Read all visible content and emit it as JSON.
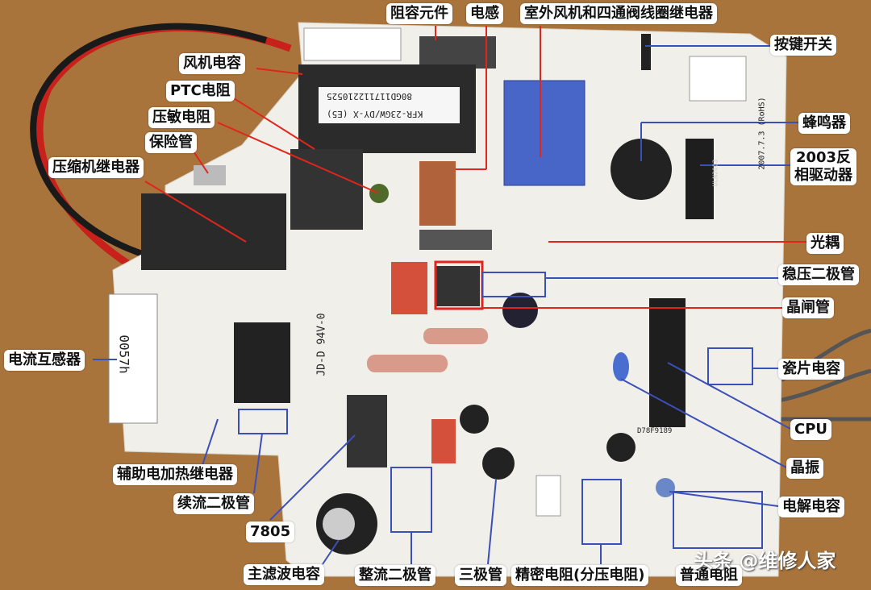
{
  "labels": {
    "rc_component": "阻容元件",
    "inductor": "电感",
    "outdoor_fan_relay": "室外风机和四通阀线圈继电器",
    "key_switch": "按键开关",
    "fan_capacitor": "风机电容",
    "ptc_resistor": "PTC电阻",
    "varistor": "压敏电阻",
    "fuse": "保险管",
    "compressor_relay": "压缩机继电器",
    "buzzer": "蜂鸣器",
    "driver_line1": "2003反",
    "driver_line2": "相驱动器",
    "optocoupler": "光耦",
    "zener_diode": "稳压二极管",
    "thyristor": "晶闸管",
    "current_transformer": "电流互感器",
    "ceramic_capacitor": "瓷片电容",
    "cpu": "CPU",
    "crystal": "晶振",
    "aux_heater_relay": "辅助电加热继电器",
    "freewheel_diode": "续流二极管",
    "electrolytic_capacitor": "电解电容",
    "regulator_7805": "7805",
    "main_filter_capacitor": "主滤波电容",
    "rectifier_diode": "整流二极管",
    "transistor": "三极管",
    "precision_resistor": "精密电阻(分压电阻)",
    "ordinary_resistor": "普通电阻"
  },
  "pcb_text": {
    "sticker_serial": "80GD117112210525",
    "sticker_model": "KFR-23GW/DY-X (E5)",
    "board_mark": "JD-D 94V-0",
    "ct_mark": "0057h",
    "cpu_mark": "D78F9189",
    "driver_mark": "ULN2003",
    "date_mark": "2007.7.3 (RoHS)"
  },
  "watermark": "头条 @维修人家",
  "colors": {
    "background": "#a9743c",
    "board": "#f1efea",
    "leader_red": "#e0261c",
    "leader_blue": "#3b4fb8"
  }
}
